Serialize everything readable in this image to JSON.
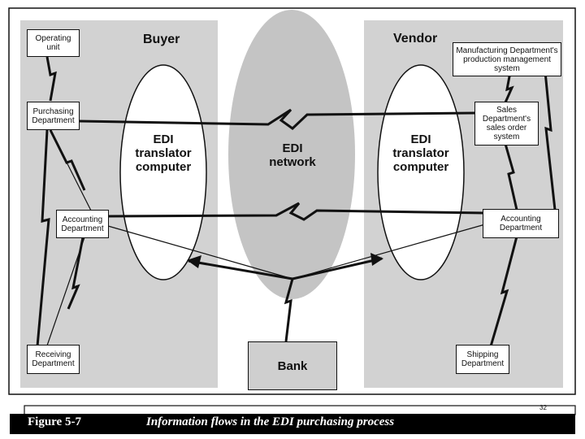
{
  "sections": {
    "buyer": "Buyer",
    "vendor": "Vendor"
  },
  "translators": {
    "buyer": [
      "EDI",
      "translator",
      "computer"
    ],
    "vendor": [
      "EDI",
      "translator",
      "computer"
    ]
  },
  "network": [
    "EDI",
    "network"
  ],
  "buyer_boxes": {
    "operating_unit": "Operating unit",
    "purchasing": "Purchasing Department",
    "accounting": "Accounting Department",
    "receiving": "Receiving Department"
  },
  "vendor_boxes": {
    "manufacturing": "Manufacturing Department's production management system",
    "sales": "Sales Department's sales order system",
    "accounting": "Accounting Department",
    "shipping": "Shipping Department"
  },
  "bank": "Bank",
  "caption": {
    "number": "Figure 5-7",
    "text": "Information flows in the EDI purchasing process"
  },
  "page_number": "32"
}
